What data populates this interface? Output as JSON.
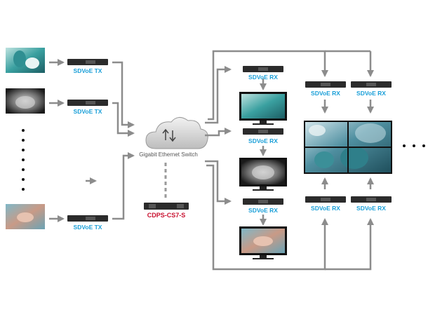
{
  "colors": {
    "arrow": "#8c8c8c",
    "label_blue": "#1a9fd8",
    "label_red": "#c8102e",
    "device_body": "#2b2b2b",
    "screen_frame": "#111111"
  },
  "transmitters": [
    {
      "label": "SDVoE TX",
      "source_image": "surgery-video-thumbnail"
    },
    {
      "label": "SDVoE TX",
      "source_image": "xray-thumbnail"
    },
    {
      "label": "SDVoE TX",
      "source_image": "operation-closeup-thumbnail"
    }
  ],
  "switch": {
    "label": "Gigabit Ethernet Switch",
    "icon": "cloud-switch-icon"
  },
  "controller": {
    "label": "CDPS-CS7-S"
  },
  "receivers_single": [
    {
      "label": "SDVoE RX",
      "display": "surgery-monitor"
    },
    {
      "label": "SDVoE RX",
      "display": "xray-monitor"
    },
    {
      "label": "SDVoE RX",
      "display": "operation-monitor"
    }
  ],
  "receivers_wall": [
    {
      "label": "SDVoE RX"
    },
    {
      "label": "SDVoE RX"
    },
    {
      "label": "SDVoE RX"
    },
    {
      "label": "SDVoE RX"
    }
  ],
  "video_wall": {
    "layout": "2x2",
    "content": "operating-room-scene"
  }
}
